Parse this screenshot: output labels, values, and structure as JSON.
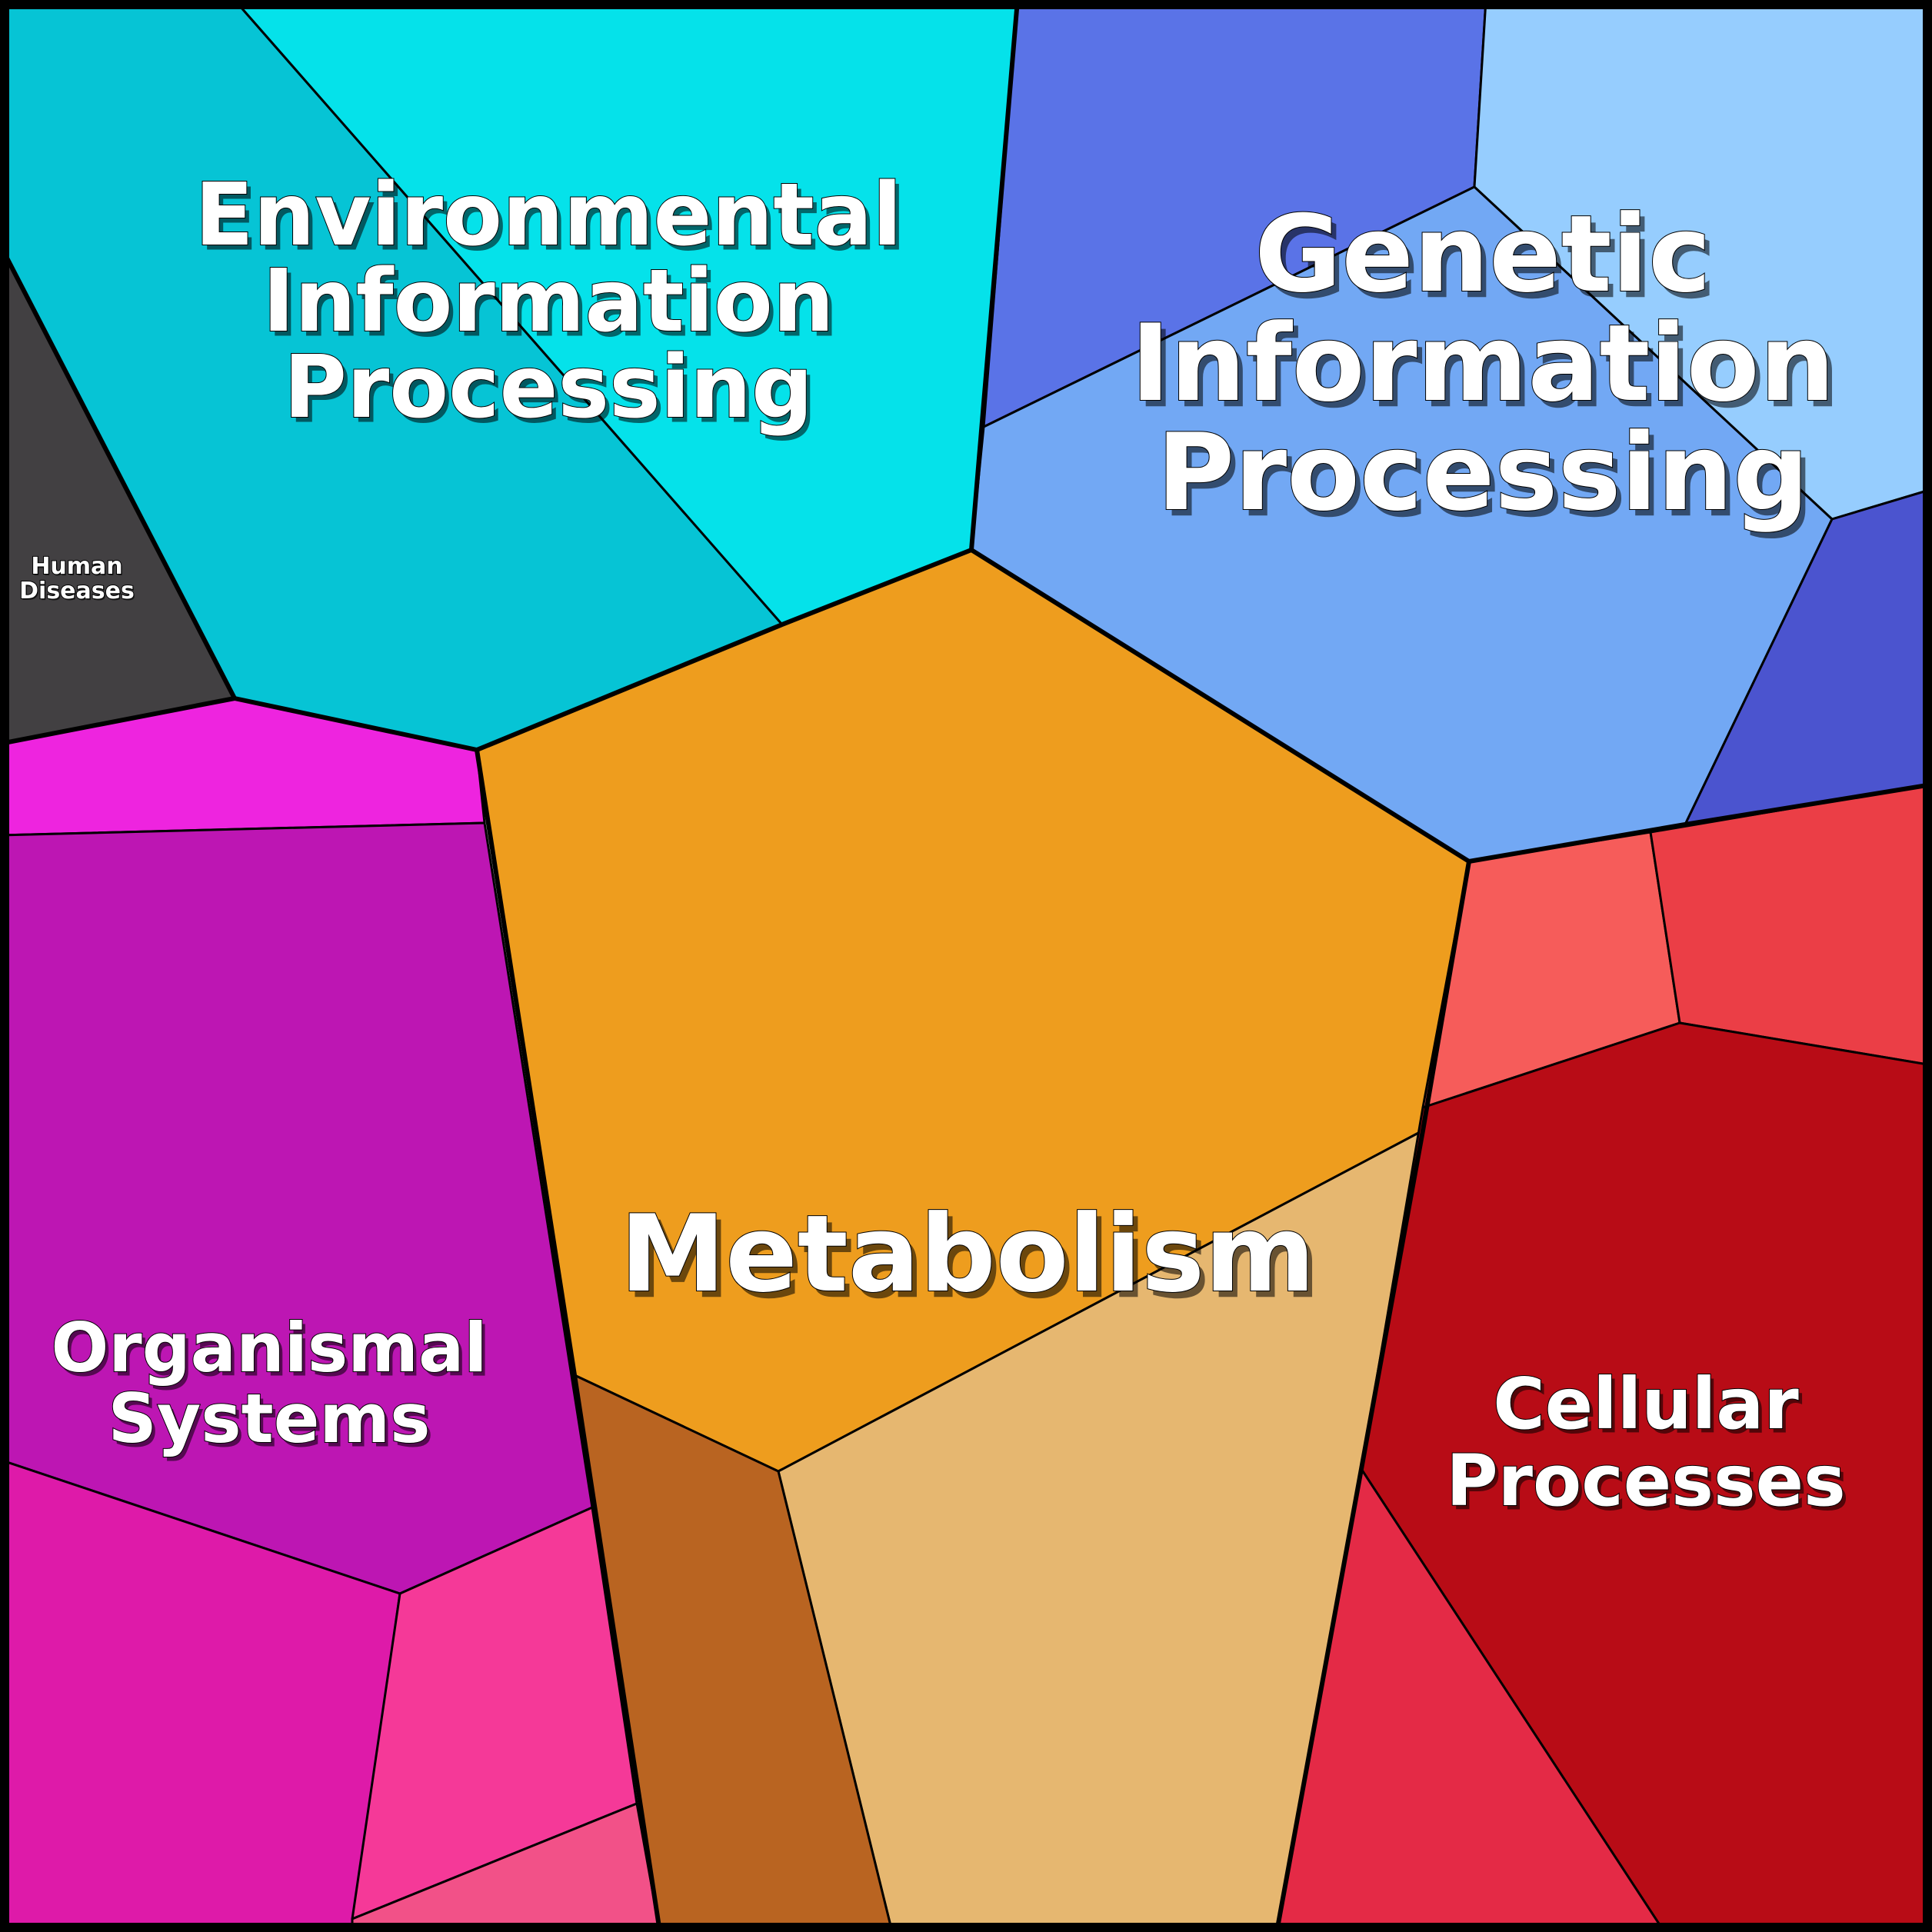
{
  "diagram": {
    "type": "voronoi-treemap",
    "categories": [
      {
        "id": "environmental",
        "label_lines": [
          "Environmental",
          "Information",
          "Processing"
        ],
        "colors": [
          "#06C4D5",
          "#05E2EA"
        ]
      },
      {
        "id": "genetic",
        "label_lines": [
          "Genetic",
          "Information",
          "Processing"
        ],
        "colors": [
          "#5A73E7",
          "#96CDFE",
          "#72A8F4",
          "#4B54CF"
        ]
      },
      {
        "id": "human-diseases",
        "label_lines": [
          "Human",
          "Diseases"
        ],
        "colors": [
          "#424042"
        ]
      },
      {
        "id": "metabolism",
        "label_lines": [
          "Metabolism"
        ],
        "colors": [
          "#EE9D1E",
          "#E6B770",
          "#B96421"
        ]
      },
      {
        "id": "organismal",
        "label_lines": [
          "Organismal",
          "Systems"
        ],
        "colors": [
          "#EE24DF",
          "#BD16B3",
          "#DE1AA9",
          "#F53998",
          "#F25188"
        ]
      },
      {
        "id": "cellular",
        "label_lines": [
          "Cellular",
          "Processes"
        ],
        "colors": [
          "#F65C5A",
          "#EB3E46",
          "#B80C16",
          "#E42A46"
        ]
      }
    ]
  }
}
